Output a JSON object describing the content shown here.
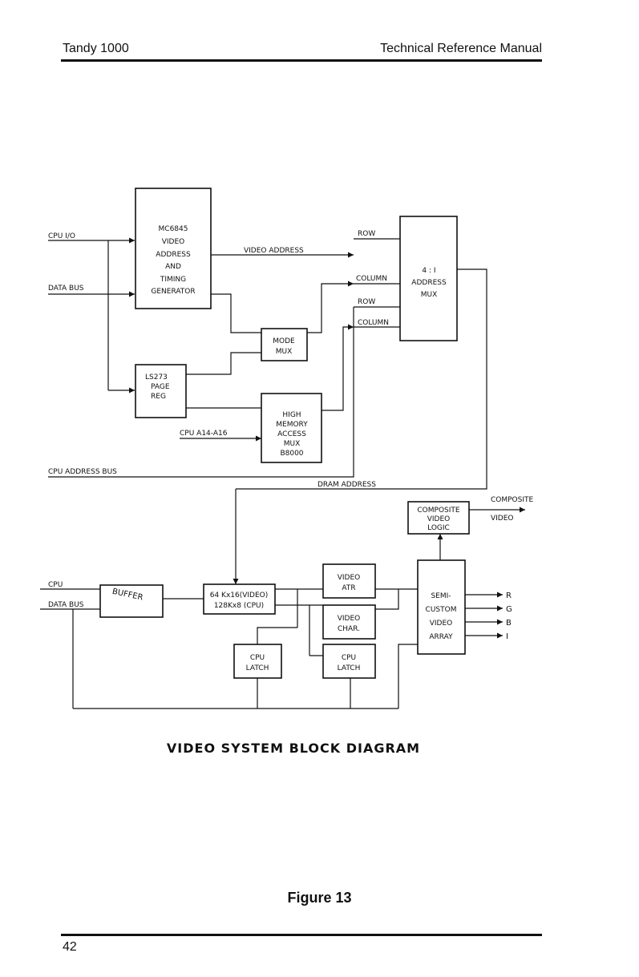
{
  "header": {
    "left": "Tandy 1000",
    "right": "Technical Reference Manual"
  },
  "page_number": "42",
  "figure_caption": "Figure 13",
  "diagram": {
    "title": "VIDEO SYSTEM BLOCK DIAGRAM",
    "blocks": {
      "mc6845": [
        "MC6845",
        "VIDEO",
        "ADDRESS",
        "AND",
        "TIMING",
        "GENERATOR"
      ],
      "addr_mux": [
        "4 : I",
        "ADDRESS",
        "MUX"
      ],
      "mode_mux": [
        "MODE",
        "MUX"
      ],
      "ls273": [
        "LS273",
        "PAGE",
        "REG"
      ],
      "high_mem": [
        "HIGH",
        "MEMORY",
        "ACCESS",
        "MUX",
        "B8000"
      ],
      "composite": [
        "COMPOSITE",
        "VIDEO",
        "LOGIC"
      ],
      "buffer": "BUFFER",
      "ram": [
        "64 Kx16(VIDEO)",
        "128Kx8 (CPU)"
      ],
      "video_atr": [
        "VIDEO",
        "ATR"
      ],
      "video_char": [
        "VIDEO",
        "CHAR."
      ],
      "semi_custom": [
        "SEMI-",
        "CUSTOM",
        "VIDEO",
        "ARRAY"
      ],
      "cpu_latch_left": [
        "CPU",
        "LATCH"
      ],
      "cpu_latch_right": [
        "CPU",
        "LATCH"
      ]
    },
    "signals": {
      "cpu_io": "CPU I/O",
      "data_bus_top": "DATA BUS",
      "video_address": "VIDEO ADDRESS",
      "row_top": "ROW",
      "column_top": "COLUMN",
      "row_bottom": "ROW",
      "column_bottom": "COLUMN",
      "cpu_a14_a16": "CPU A14-A16",
      "cpu_address_bus": "CPU ADDRESS BUS",
      "dram_address": "DRAM ADDRESS",
      "composite_video_1": "COMPOSITE",
      "composite_video_2": "VIDEO",
      "cpu_bottom": "CPU",
      "data_bus_bottom": "DATA BUS",
      "r": "R",
      "g": "G",
      "b": "B",
      "i": "I"
    }
  }
}
